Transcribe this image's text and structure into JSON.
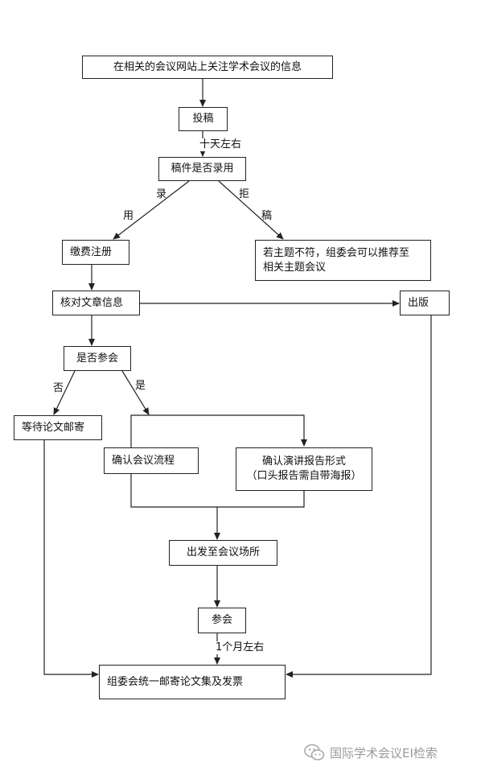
{
  "nodes": {
    "attention": "在相关的会议网站上关注学术会议的信息",
    "submit": "投稿",
    "accepted_q": "稿件是否录用",
    "pay_register": "缴费注册",
    "reject_line1": "若主题不符，组委会可以推荐至",
    "reject_line2": "相关主题会议",
    "check_info": "核对文章信息",
    "publish": "出版",
    "attend_q": "是否参会",
    "wait_mail": "等待论文邮寄",
    "confirm_process": "确认会议流程",
    "confirm_report_line1": "确认演讲报告形式",
    "confirm_report_line2": "（口头报告需自带海报）",
    "depart": "出发至会议场所",
    "attend": "参会",
    "final": "组委会统一邮寄论文集及发票"
  },
  "labels": {
    "ten_days": "十天左右",
    "accept_1": "录",
    "accept_2": "用",
    "reject_1": "拒",
    "reject_2": "稿",
    "no": "否",
    "yes": "是",
    "one_month": "1个月左右"
  },
  "watermark": {
    "text": "国际学术会议EI检索",
    "icon": "wechat-icon"
  }
}
